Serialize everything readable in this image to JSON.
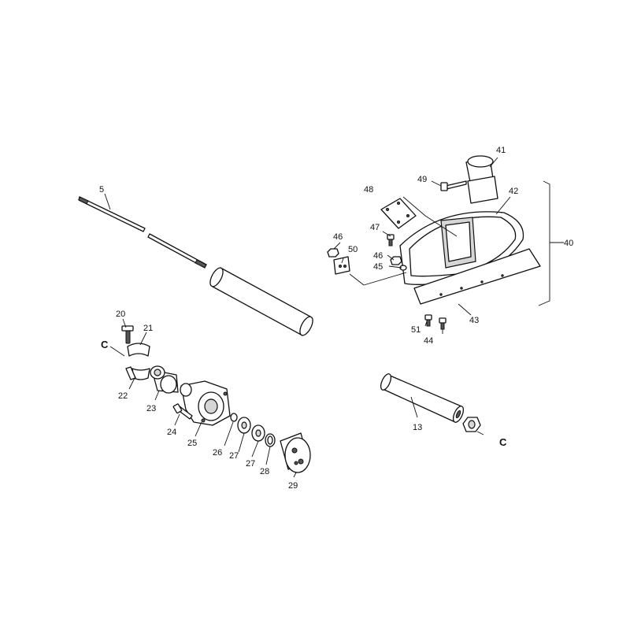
{
  "labels": {
    "p5": "5",
    "p13": "13",
    "p20": "20",
    "p21": "21",
    "p22": "22",
    "p23": "23",
    "p24": "24",
    "p25": "25",
    "p26": "26",
    "p27a": "27",
    "p27b": "27",
    "p28": "28",
    "p29": "29",
    "p40": "40",
    "p41": "41",
    "p42": "42",
    "p43": "43",
    "p44": "44",
    "p45": "45",
    "p46a": "46",
    "p46b": "46",
    "p47": "47",
    "p48": "48",
    "p49": "49",
    "p50": "50",
    "p51": "51",
    "c1": "C",
    "c2": "C"
  }
}
